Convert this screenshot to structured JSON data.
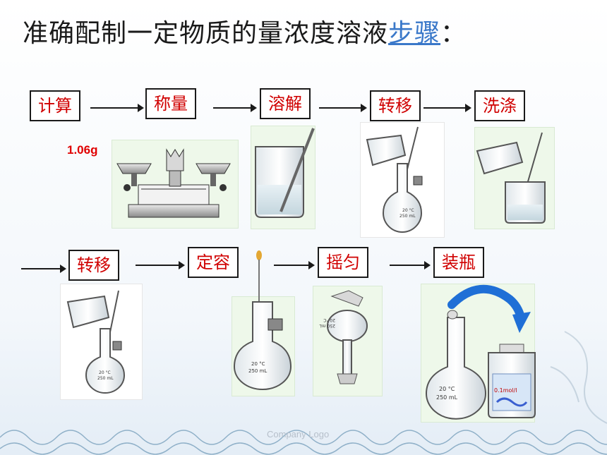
{
  "title": {
    "main": "准确配制一定物质的量浓度溶液",
    "link": "步骤",
    "colon": "："
  },
  "steps": [
    "计算",
    "称量",
    "溶解",
    "转移",
    "洗涤",
    "转移",
    "定容",
    "摇匀",
    "装瓶"
  ],
  "mass_label": "1.06g",
  "flask_marks": {
    "temp": "20 °C",
    "volume": "250 mL"
  },
  "bottle_label": "0.1mol/l",
  "footer": "Company Logo",
  "colors": {
    "step_text": "#d00000",
    "title_link": "#3a78c9",
    "panel_bg": "#eef8ea",
    "curved_arrow": "#1f6fd6"
  }
}
